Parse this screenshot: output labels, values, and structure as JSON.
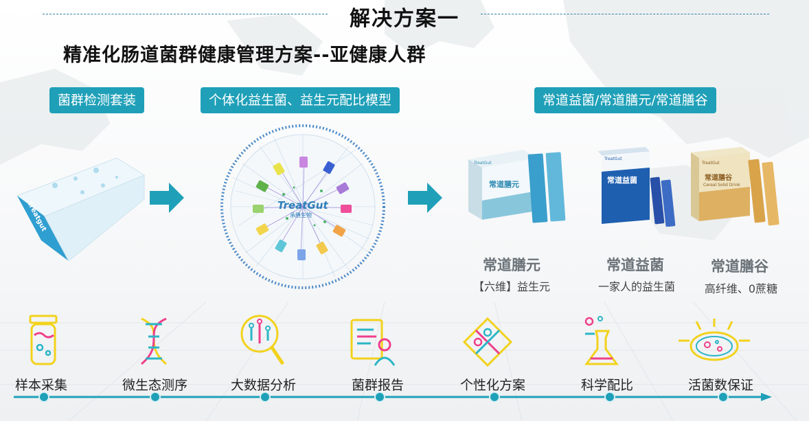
{
  "header": {
    "title": "解决方案一",
    "subtitle": "精准化肠道菌群健康管理方案--亚健康人群"
  },
  "tags": {
    "kit": "菌群检测套装",
    "model": "个体化益生菌、益生元配比模型",
    "products": "常道益菌/常道膳元/常道膳谷"
  },
  "network": {
    "logo": "TreatGut",
    "logo_sub": "承膳生物"
  },
  "products": [
    {
      "name": "常道膳元",
      "desc": "【六维】益生元",
      "box_text": "常道膳元",
      "brand": "TreatGut"
    },
    {
      "name": "常道益菌",
      "desc": "一家人的益生菌",
      "box_text": "常道益菌",
      "brand": "TreatGut"
    },
    {
      "name": "常道膳谷",
      "desc": "高纤维、0蔗糖",
      "box_text": "常道膳谷",
      "box_sub": "Cereal Solid Drink",
      "brand": "TreatGut"
    }
  ],
  "kit_box": {
    "brand": "treatgut"
  },
  "steps": [
    {
      "label": "样本采集",
      "icon": "sample-tube-icon"
    },
    {
      "label": "微生态测序",
      "icon": "dna-helix-icon"
    },
    {
      "label": "大数据分析",
      "icon": "magnifier-data-icon"
    },
    {
      "label": "菌群报告",
      "icon": "report-user-icon"
    },
    {
      "label": "个性化方案",
      "icon": "puzzle-icon"
    },
    {
      "label": "科学配比",
      "icon": "flask-icon"
    },
    {
      "label": "活菌数保证",
      "icon": "petri-dish-icon"
    }
  ],
  "colors": {
    "accent": "#1fa0b8",
    "icon_yellow": "#f2d21b",
    "icon_pink": "#ef3f8a",
    "icon_teal": "#2bb5c6"
  }
}
